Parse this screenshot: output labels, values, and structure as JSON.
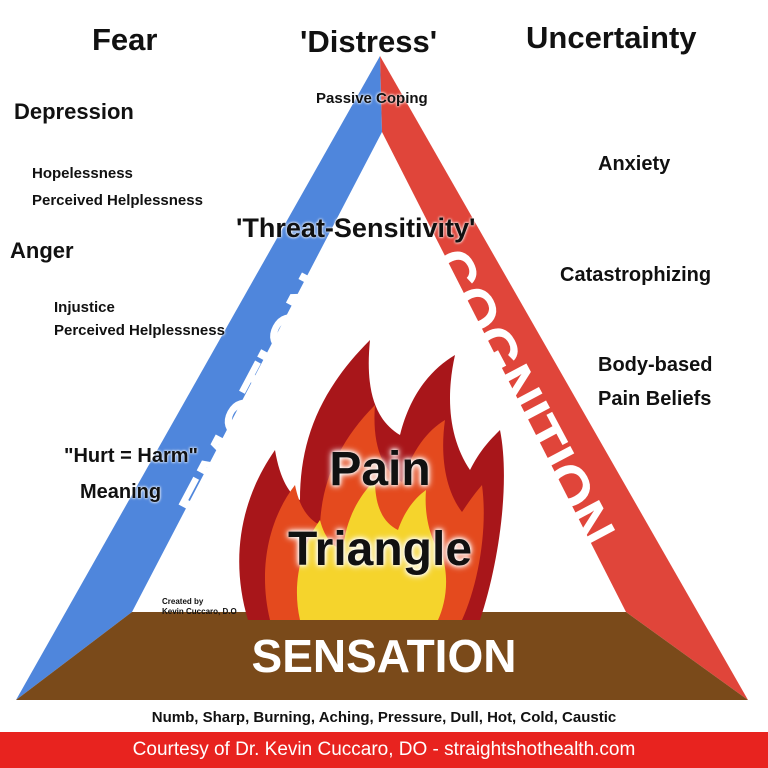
{
  "title": {
    "line1": "Pain",
    "line2": "Triangle"
  },
  "sides": {
    "left": "EMOTION",
    "right": "COGNITION",
    "base": "SENSATION"
  },
  "top_labels": {
    "fear": "Fear",
    "distress": "'Distress'",
    "uncertainty": "Uncertainty",
    "passive_coping": "Passive Coping",
    "threat_sensitivity": "'Threat-Sensitivity'"
  },
  "emotion_labels": {
    "depression": "Depression",
    "hopelessness": "Hopelessness",
    "perceived_helplessness_1": "Perceived Helplessness",
    "anger": "Anger",
    "injustice": "Injustice",
    "perceived_helplessness_2": "Perceived Helplessness",
    "hurt_harm": "\"Hurt = Harm\"",
    "meaning": "Meaning"
  },
  "cognition_labels": {
    "anxiety": "Anxiety",
    "catastrophizing": "Catastrophizing",
    "body_based": "Body-based",
    "pain_beliefs": "Pain Beliefs"
  },
  "credit": {
    "line1": "Created by",
    "line2": "Kevin Cuccaro, D.O"
  },
  "sensation_list": "Numb, Sharp, Burning, Aching, Pressure, Dull, Hot, Cold, Caustic",
  "footer": "Courtesy of Dr. Kevin Cuccaro, DO  - straightshothealth.com",
  "colors": {
    "emotion": "#4f86dc",
    "cognition": "#e0453a",
    "sensation": "#7a4a1a",
    "flame_outer": "#a8161a",
    "flame_mid": "#e44a1e",
    "flame_inner": "#f5d42c",
    "footer_bg": "#e8231f"
  }
}
